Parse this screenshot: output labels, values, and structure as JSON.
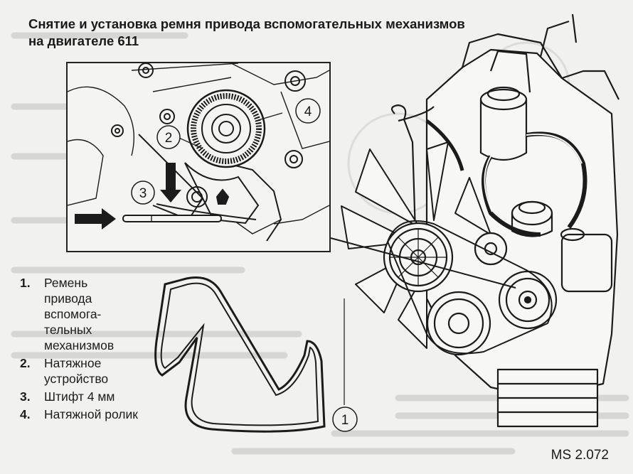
{
  "title": {
    "line1": "Снятие и установка ремня привода вспомогательных механизмов",
    "line2": "на двигателе 611"
  },
  "callouts": {
    "c1": "1",
    "c2": "2",
    "c3": "3",
    "c4": "4"
  },
  "legend": [
    {
      "num": "1.",
      "lines": [
        "Ремень",
        "привода",
        "вспомога-",
        "тельных",
        "механизмов"
      ]
    },
    {
      "num": "2.",
      "lines": [
        "Натяжное",
        "устройство"
      ]
    },
    {
      "num": "3.",
      "lines": [
        "Штифт 4 мм"
      ]
    },
    {
      "num": "4.",
      "lines": [
        "Натяжной ролик"
      ]
    }
  ],
  "figure_code": "MS 2.072"
}
